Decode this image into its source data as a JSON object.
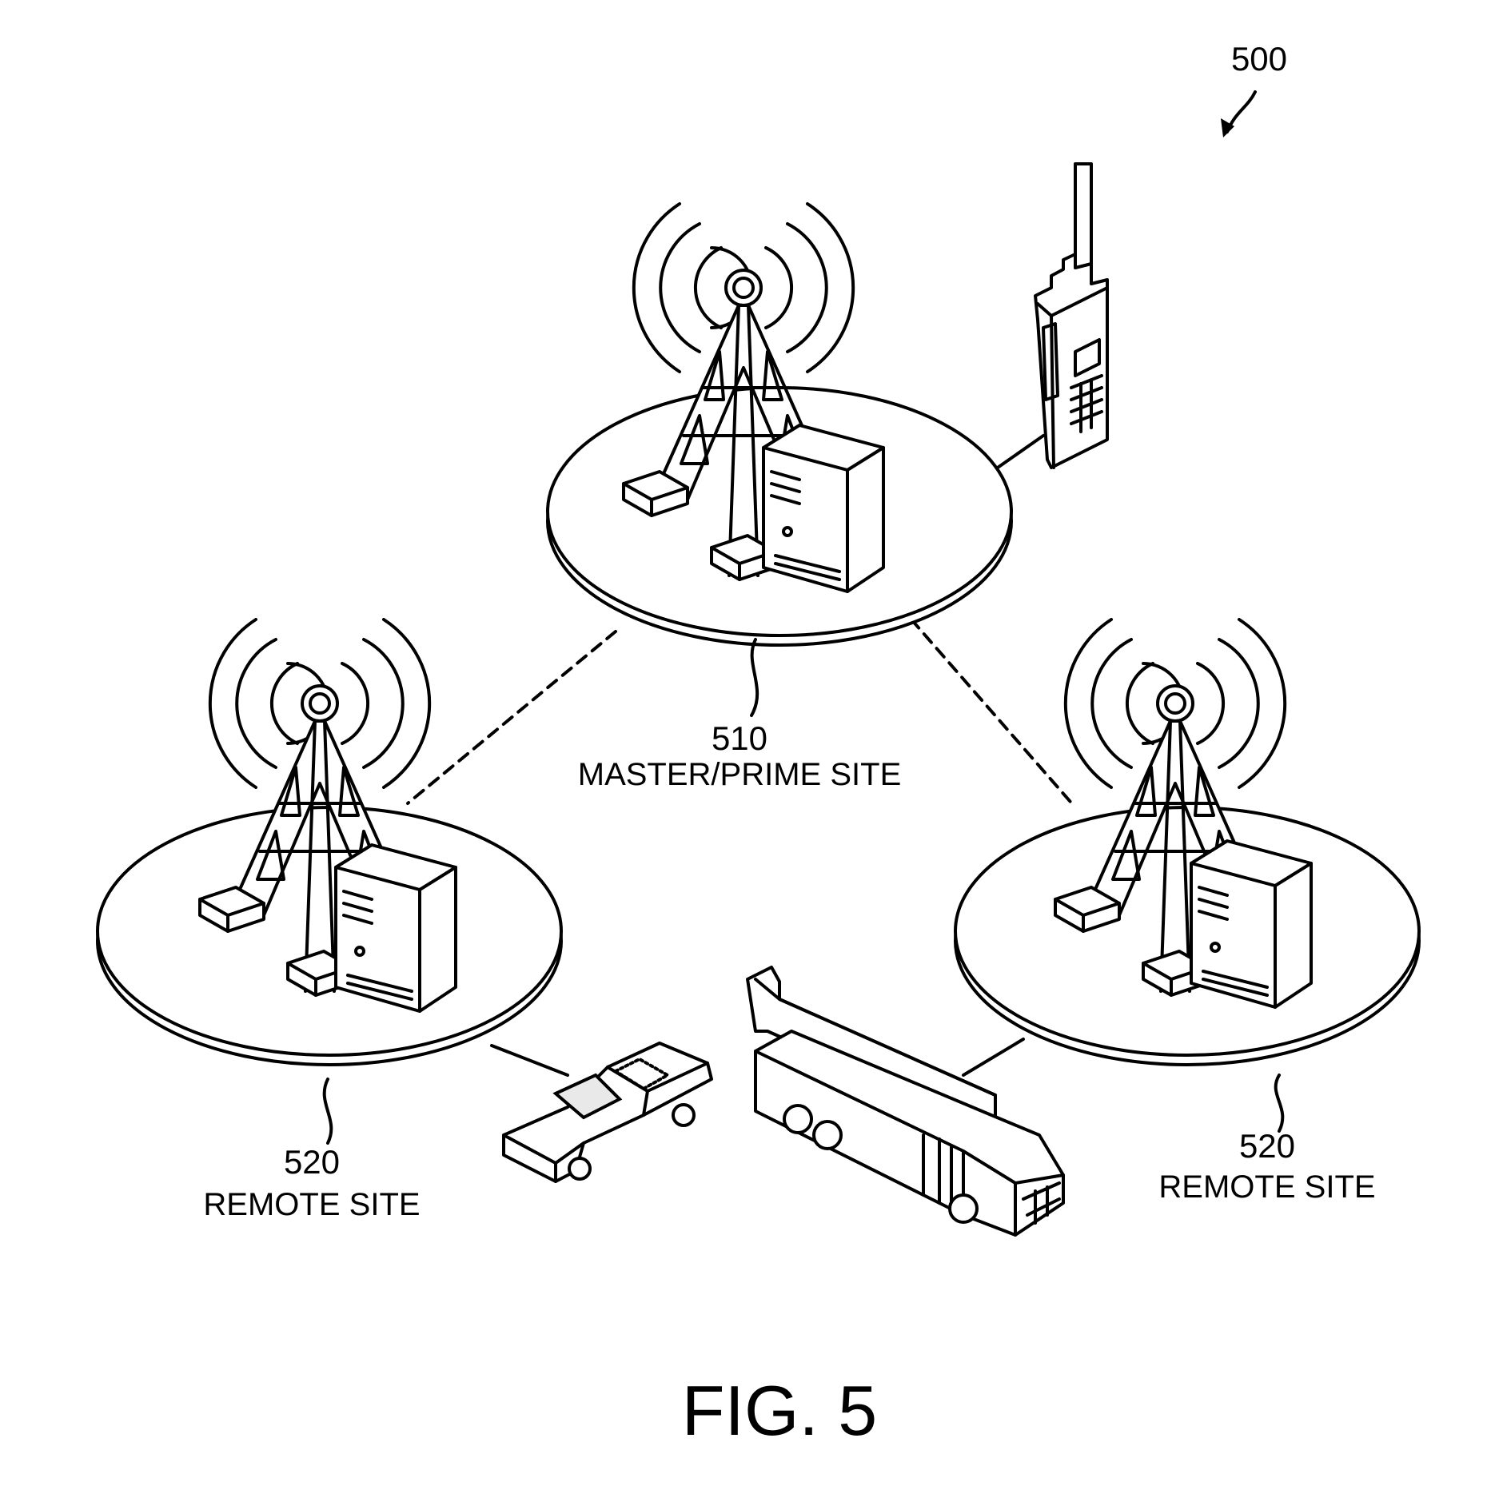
{
  "figure": {
    "number_ref": "500",
    "caption": "FIG. 5"
  },
  "sites": {
    "master": {
      "ref": "510",
      "label": "MASTER/PRIME SITE"
    },
    "remote_left": {
      "ref": "520",
      "label": "REMOTE SITE"
    },
    "remote_right": {
      "ref": "520",
      "label": "REMOTE SITE"
    }
  },
  "colors": {
    "line": "#000000",
    "background": "#ffffff"
  },
  "icons": [
    "radio-tower-icon",
    "server-icon",
    "handheld-radio-icon",
    "police-car-icon",
    "fire-truck-icon"
  ]
}
